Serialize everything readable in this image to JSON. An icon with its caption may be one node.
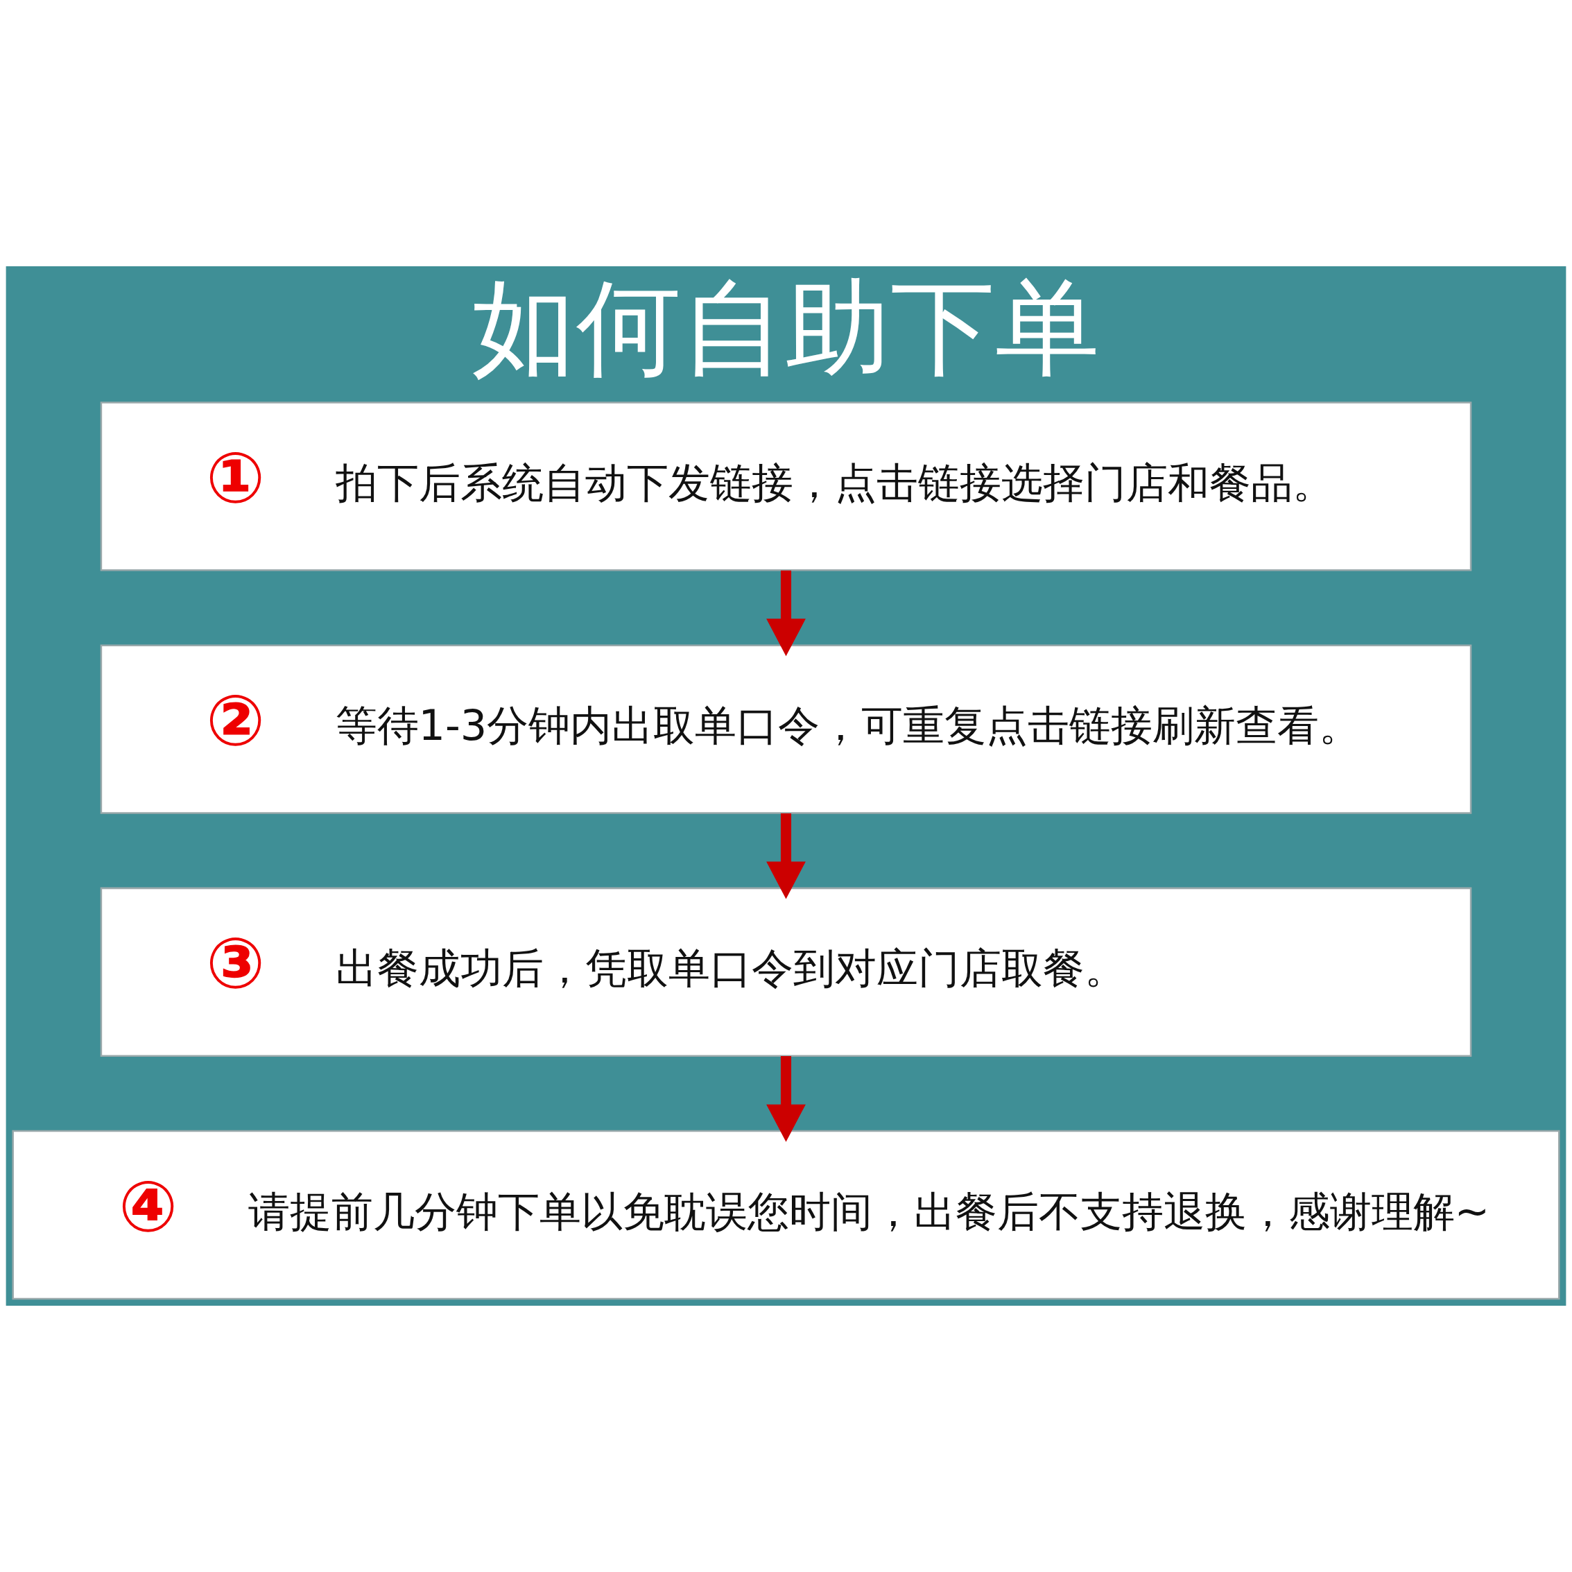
{
  "diagram": {
    "title": "如何自助下单",
    "nodes": [
      {
        "text": [
          "①",
          "拍下后系统自动下发链接，点击链接选择门店和餐品。"
        ]
      },
      {
        "text": [
          "②",
          "等待1-3分钟内出取单口令，可重复点击链接刷新查看。"
        ]
      },
      {
        "text": [
          "③",
          "出餐成功后，凭取单口令到对应门店取餐。"
        ]
      },
      {
        "text": [
          "④",
          "请提前几分钟下单以免耽误您时间，出餐后不支持退换，感谢理解~"
        ]
      }
    ],
    "edges": [
      {
        "from": 0,
        "to": 1,
        "arrow": "to"
      },
      {
        "from": 1,
        "to": 2,
        "arrow": "to"
      },
      {
        "from": 2,
        "to": 3,
        "arrow": "to"
      }
    ]
  }
}
